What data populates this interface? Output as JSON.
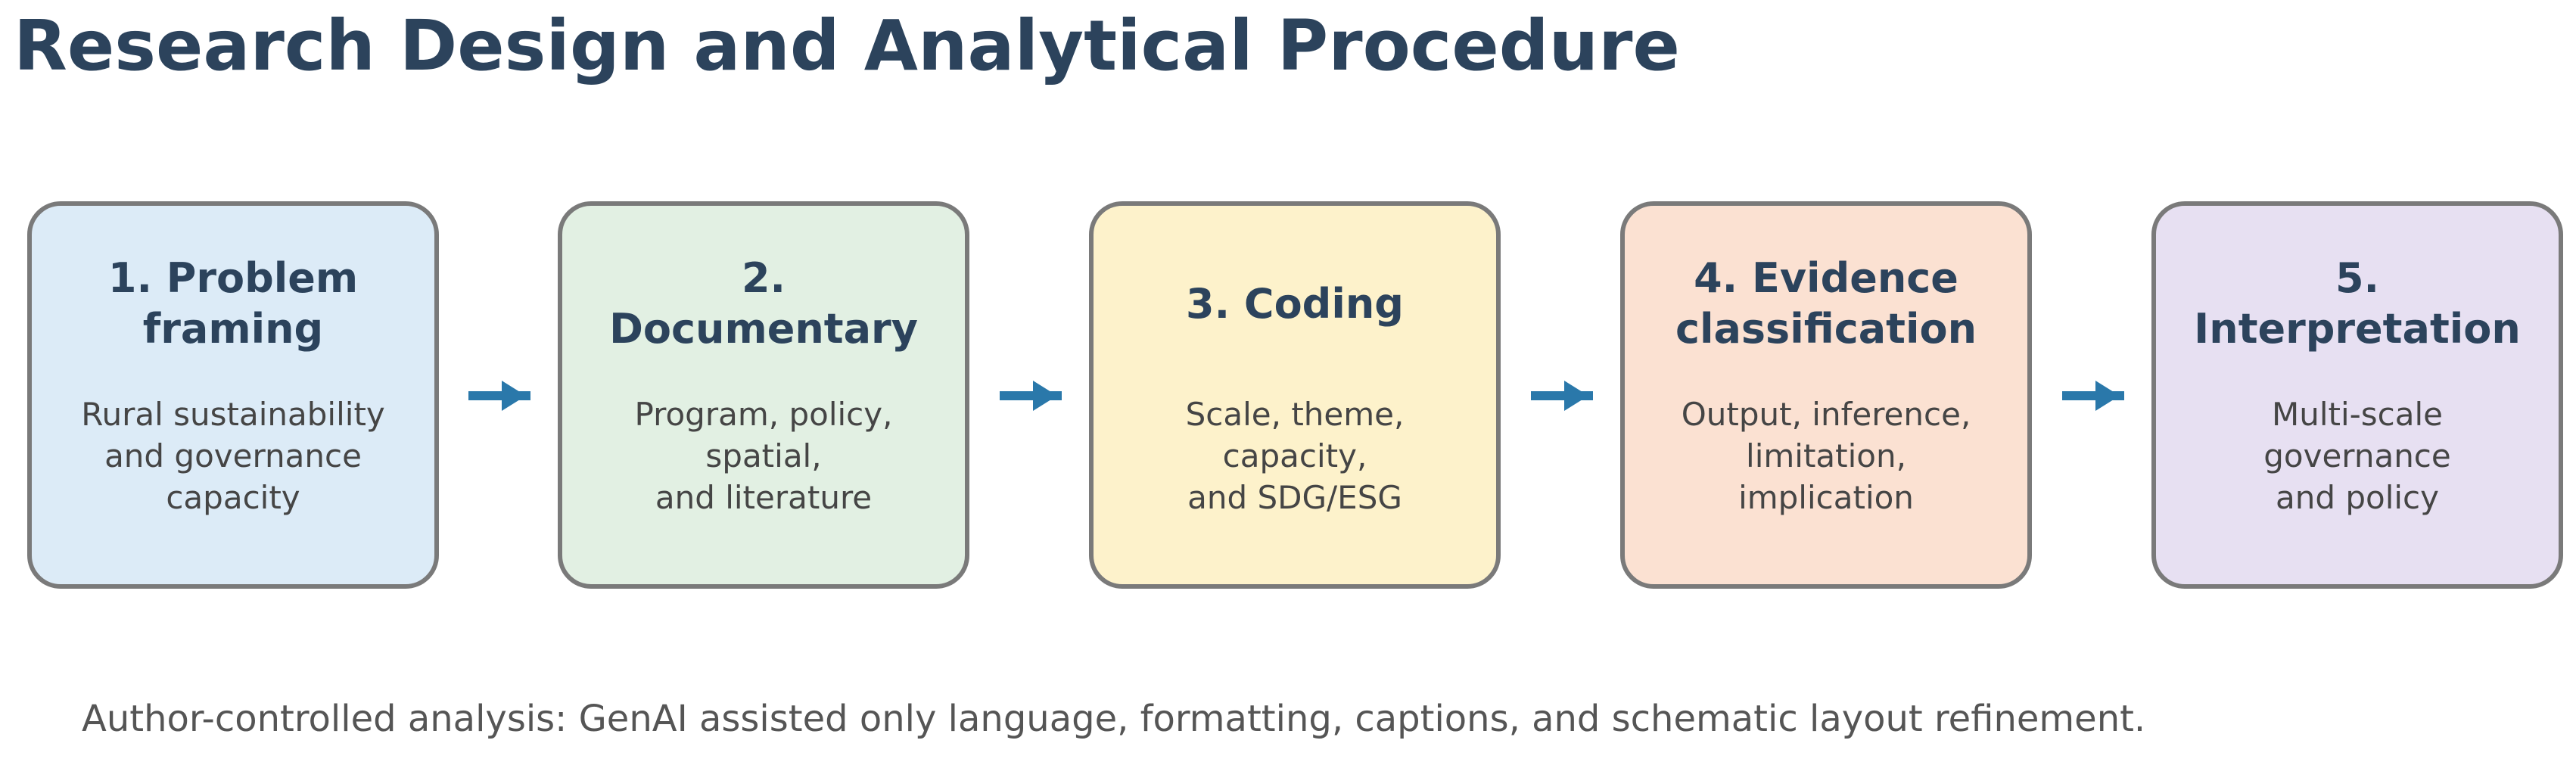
{
  "title": "Research Design and Analytical Procedure",
  "steps": [
    {
      "title": "1. Problem\nframing",
      "body": "Rural sustainability\nand governance\ncapacity",
      "color": "#dcebf7"
    },
    {
      "title": "2.\nDocumentary",
      "body": "Program, policy,\nspatial,\nand literature",
      "color": "#e2f0e3"
    },
    {
      "title": "3. Coding",
      "body": "Scale, theme,\ncapacity,\nand SDG/ESG",
      "color": "#fdf2cb"
    },
    {
      "title": "4. Evidence\nclassification",
      "body": "Output, inference,\nlimitation,\nimplication",
      "color": "#fbe1d2"
    },
    {
      "title": "5.\nInterpretation",
      "body": "Multi-scale\ngovernance\nand policy",
      "color": "#e7e0f2"
    }
  ],
  "arrow_color": "#2a78aa",
  "footer": "Author-controlled analysis: GenAI assisted only language, formatting, captions, and schematic layout refinement."
}
